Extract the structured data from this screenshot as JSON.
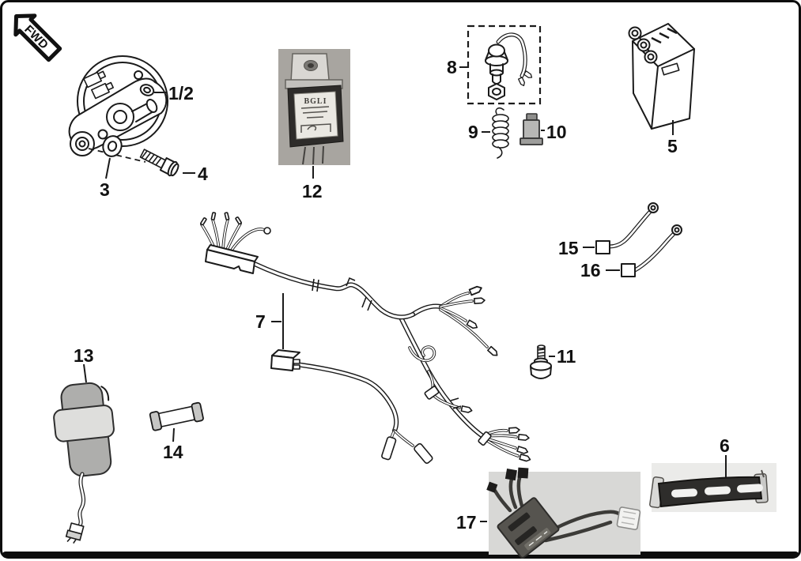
{
  "page": {
    "fwd_label": "FWD",
    "background": "#ffffff",
    "line_color": "#1a1a1a",
    "border_color": "#0d0d0d"
  },
  "photos": {
    "relay_brand": "BGLI",
    "relay_bg": "#a8a5a0",
    "rectifier_bg": "#d8d8d6",
    "strap_bg": "#ebebe9"
  },
  "callouts": {
    "horn": "1/2",
    "horn_washer": "3",
    "horn_bolt": "4",
    "battery": "5",
    "battery_strap": "6",
    "wire_harness": "7",
    "switch_assembly": "8",
    "spring": "9",
    "plug": "10",
    "small_bolt": "11",
    "flasher_relay": "12",
    "cdi_unit": "13",
    "fuse": "14",
    "lead_wire_15": "15",
    "lead_wire_16": "16",
    "rectifier": "17"
  }
}
